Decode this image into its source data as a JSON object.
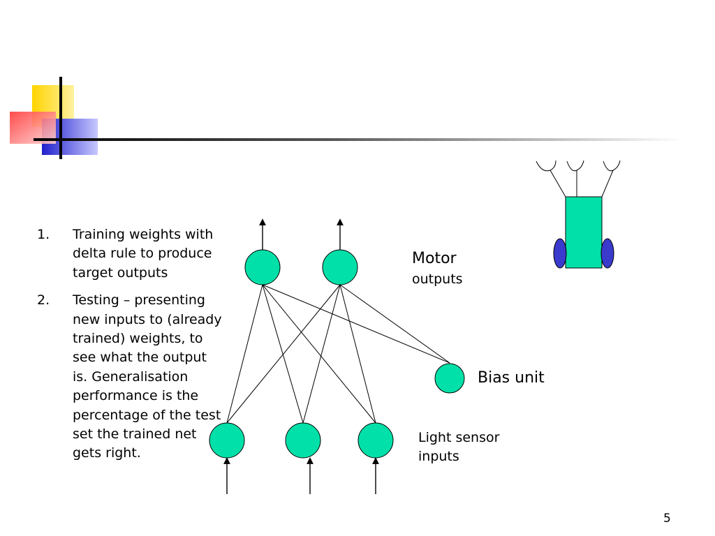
{
  "list": {
    "items": [
      {
        "number": "1.",
        "text": "Training weights with delta rule to produce target outputs"
      },
      {
        "number": "2.",
        "text": "Testing – presenting new inputs to (already trained) weights, to see what the output is. Generalisation performance is the percentage of the test set the trained net gets right."
      }
    ]
  },
  "diagram": {
    "motor_label_line1": "Motor",
    "motor_label_line2": "outputs",
    "bias_label": "Bias unit",
    "sensor_label": "Light sensor inputs",
    "node_color": "#00e0a8",
    "robot_wheel_color": "#3a3acc"
  },
  "page_number": "5"
}
